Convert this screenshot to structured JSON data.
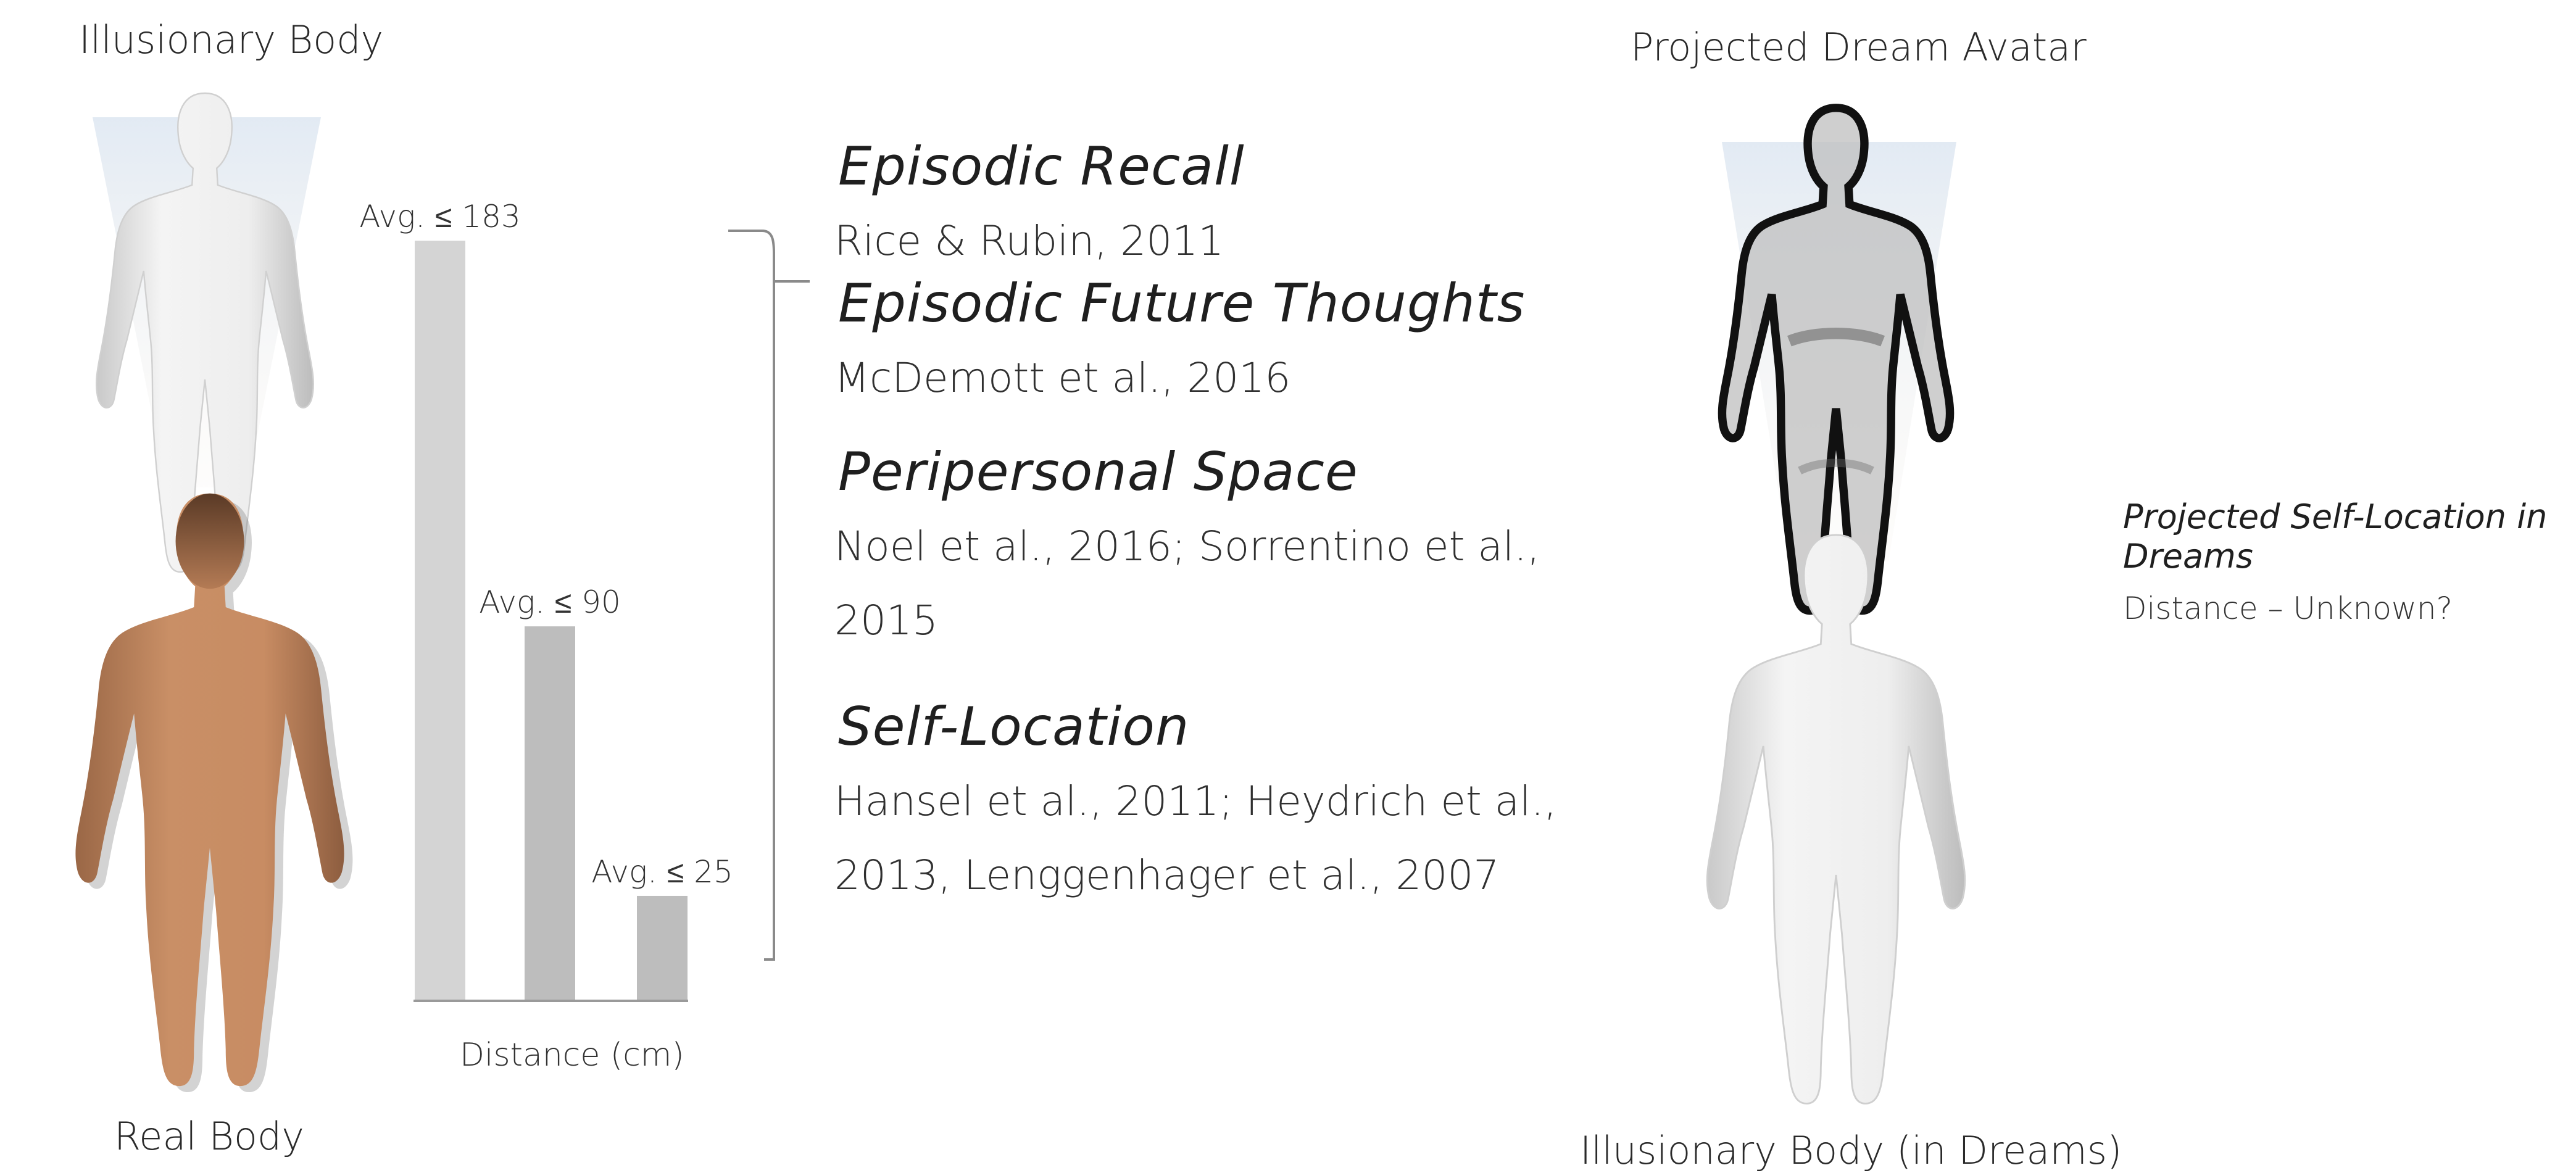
{
  "left": {
    "top_label": "Illusionary Body",
    "bottom_label": "Real Body"
  },
  "chart_data": {
    "type": "bar",
    "categories": [
      "Episodic Recall / Episodic Future Thoughts",
      "Peripersonal Space",
      "Self-Location"
    ],
    "values": [
      183,
      90,
      25
    ],
    "value_labels": [
      "Avg. ≤ 183",
      "Avg. ≤ 90",
      "Avg. ≤ 25"
    ],
    "xlabel": "Distance (cm)",
    "ylabel": "",
    "title": "",
    "colors": [
      "#d4d4d4",
      "#bdbdbd",
      "#bdbdbd"
    ]
  },
  "concepts": [
    {
      "title": "Episodic Recall",
      "citation": "Rice & Rubin, 2011"
    },
    {
      "title": "Episodic Future Thoughts",
      "citation": "McDemott et al., 2016"
    },
    {
      "title": "Peripersonal Space",
      "citation_lines": [
        "Noel et al., 2016; Sorrentino et al.,",
        "2015"
      ]
    },
    {
      "title": "Self-Location",
      "citation_lines": [
        "Hansel et al., 2011; Heydrich et al.,",
        "2013, Lenggenhager et al., 2007"
      ]
    }
  ],
  "right": {
    "top_label": "Projected Dream Avatar",
    "bottom_label": "Illusionary Body (in Dreams)",
    "annotation_title": "Projected Self-Location in Dreams",
    "annotation_sub": "Distance – Unknown?"
  }
}
